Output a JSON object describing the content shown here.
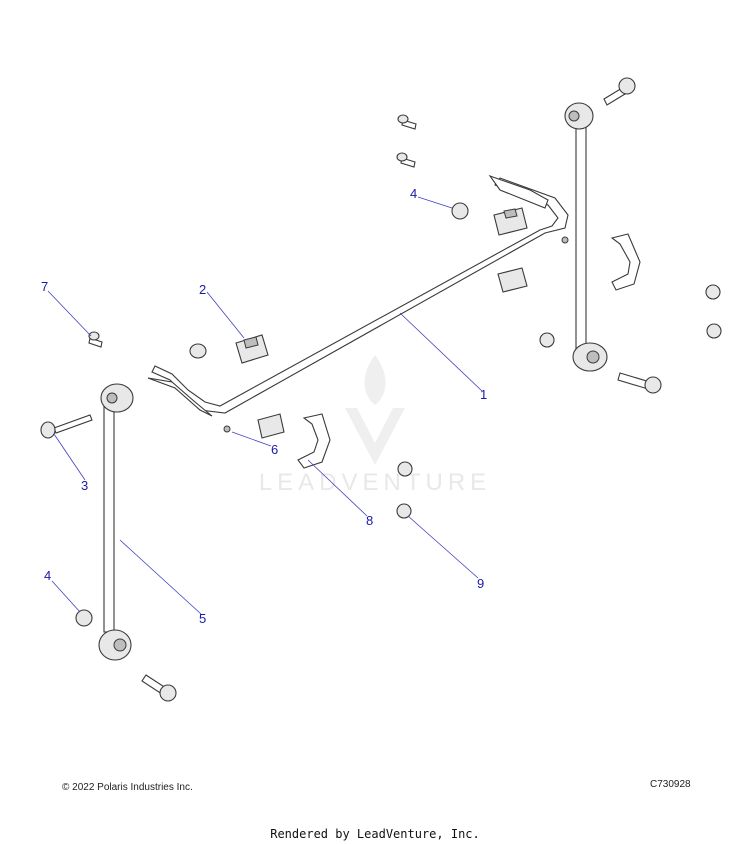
{
  "callouts": {
    "c1": "1",
    "c2": "2",
    "c3": "3",
    "c4a": "4",
    "c4b": "4",
    "c5": "5",
    "c6": "6",
    "c7": "7",
    "c8": "8",
    "c9": "9"
  },
  "watermark": {
    "text": "LEADVENTURE"
  },
  "footer": {
    "copyright": "© 2022 Polaris Industries Inc.",
    "figure_id": "C730928",
    "rendered_by": "Rendered by LeadVenture, Inc."
  },
  "colors": {
    "callout": "#1a1aa8",
    "line_art": "#3a3a3a",
    "watermark": "#d6d6d6"
  }
}
